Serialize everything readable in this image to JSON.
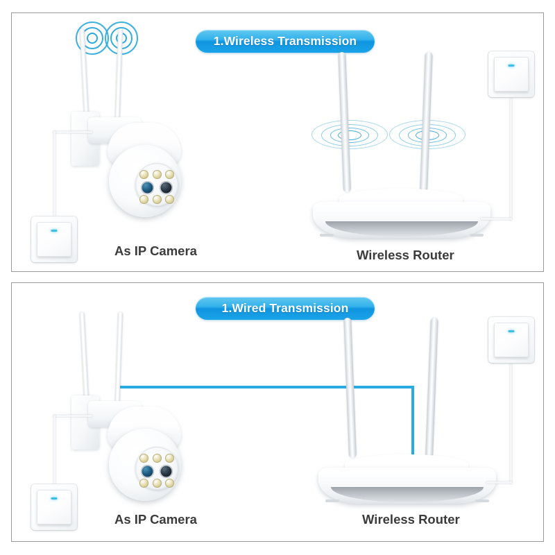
{
  "document": {
    "type": "product-connection-diagram",
    "panel_count": 2
  },
  "theme": {
    "accent_blue": "#29abe2",
    "badge_blue": "#1aa3e8",
    "wave_blue": "#29a8dc",
    "border_gray": "#9a9a9a",
    "text_gray": "#3b3b3b",
    "led_blue": "#3fbce8",
    "background": "#ffffff"
  },
  "panels": [
    {
      "id": "panel-1",
      "badge": "1.Wireless Transmission",
      "connection_mode": "wireless",
      "devices": [
        {
          "name": "camera",
          "caption": "As IP Camera",
          "antennas": 2,
          "signal_waves": 2,
          "ir_leds": 6,
          "lenses": 2
        },
        {
          "name": "router",
          "caption": "Wireless Router",
          "antennas": 2,
          "signal_ripples": 2
        },
        {
          "name": "wall-switch-left",
          "caption": "",
          "led": "on"
        },
        {
          "name": "wall-switch-right",
          "caption": "",
          "led": "on"
        }
      ],
      "cables": [
        {
          "name": "camera-power-cable",
          "color": "#f4f6f8",
          "type": "power"
        },
        {
          "name": "router-power-cable",
          "color": "#f4f6f8",
          "type": "power"
        }
      ]
    },
    {
      "id": "panel-2",
      "badge": "1.Wired Transmission",
      "connection_mode": "wired",
      "devices": [
        {
          "name": "camera",
          "caption": "As IP Camera",
          "antennas": 2,
          "signal_waves": 0,
          "ir_leds": 6,
          "lenses": 2
        },
        {
          "name": "router",
          "caption": "Wireless Router",
          "antennas": 2,
          "signal_ripples": 0
        },
        {
          "name": "wall-switch-left",
          "caption": "",
          "led": "on"
        },
        {
          "name": "wall-switch-right",
          "caption": "",
          "led": "on"
        }
      ],
      "cables": [
        {
          "name": "camera-power-cable",
          "color": "#f4f6f8",
          "type": "power"
        },
        {
          "name": "router-power-cable",
          "color": "#f4f6f8",
          "type": "power"
        },
        {
          "name": "ethernet-cable",
          "color": "#29abe2",
          "type": "ethernet"
        }
      ]
    }
  ],
  "labels": {
    "camera_caption": "As IP Camera",
    "router_caption": "Wireless Router",
    "badge_wireless": "1.Wireless Transmission",
    "badge_wired": "1.Wired Transmission"
  }
}
